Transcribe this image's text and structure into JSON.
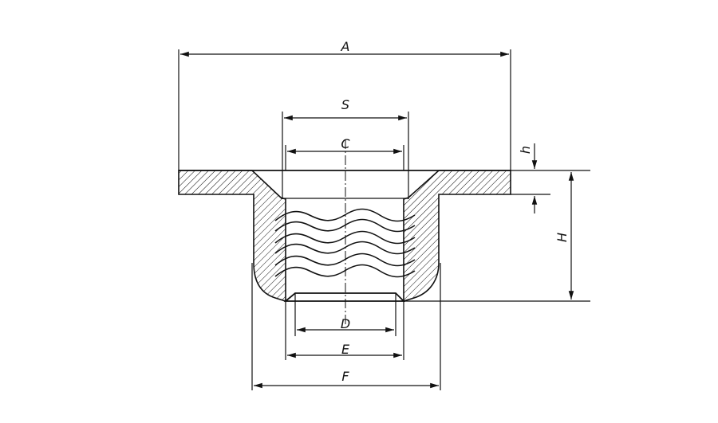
{
  "dimensions": {
    "A": "A",
    "S": "S",
    "C": "C",
    "h": "h",
    "H": "H",
    "D": "D",
    "E": "E",
    "F": "F"
  }
}
